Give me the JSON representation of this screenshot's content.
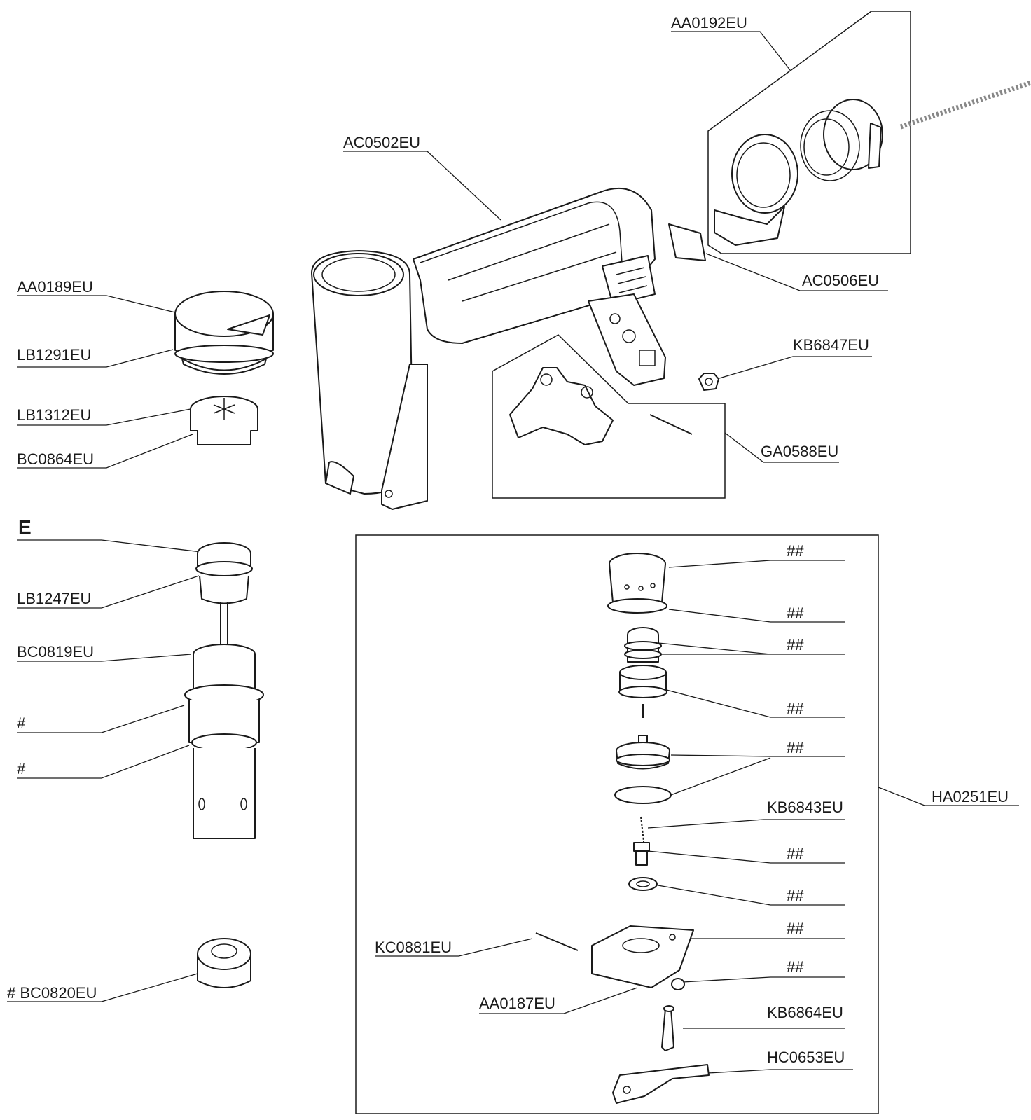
{
  "section_label": "E",
  "labels": {
    "aa0192": "AA0192EU",
    "ac0502": "AC0502EU",
    "aa0189": "AA0189EU",
    "lb1291": "LB1291EU",
    "lb1312": "LB1312EU",
    "bc0864": "BC0864EU",
    "ac0506": "AC0506EU",
    "kb6847": "KB6847EU",
    "ga0588": "GA0588EU",
    "lb1247": "LB1247EU",
    "bc0819": "BC0819EU",
    "hash1": "#",
    "hash2": "#",
    "bc0820": "# BC0820EU",
    "r1": "##",
    "r2": "##",
    "r3": "##",
    "r4": "##",
    "r5": "##",
    "kb6843": "KB6843EU",
    "r6": "##",
    "r7": "##",
    "r8": "##",
    "r9": "##",
    "kc0881": "KC0881EU",
    "aa0187": "AA0187EU",
    "kb6864": "KB6864EU",
    "hc0653": "HC0653EU",
    "ha0251": "HA0251EU"
  }
}
